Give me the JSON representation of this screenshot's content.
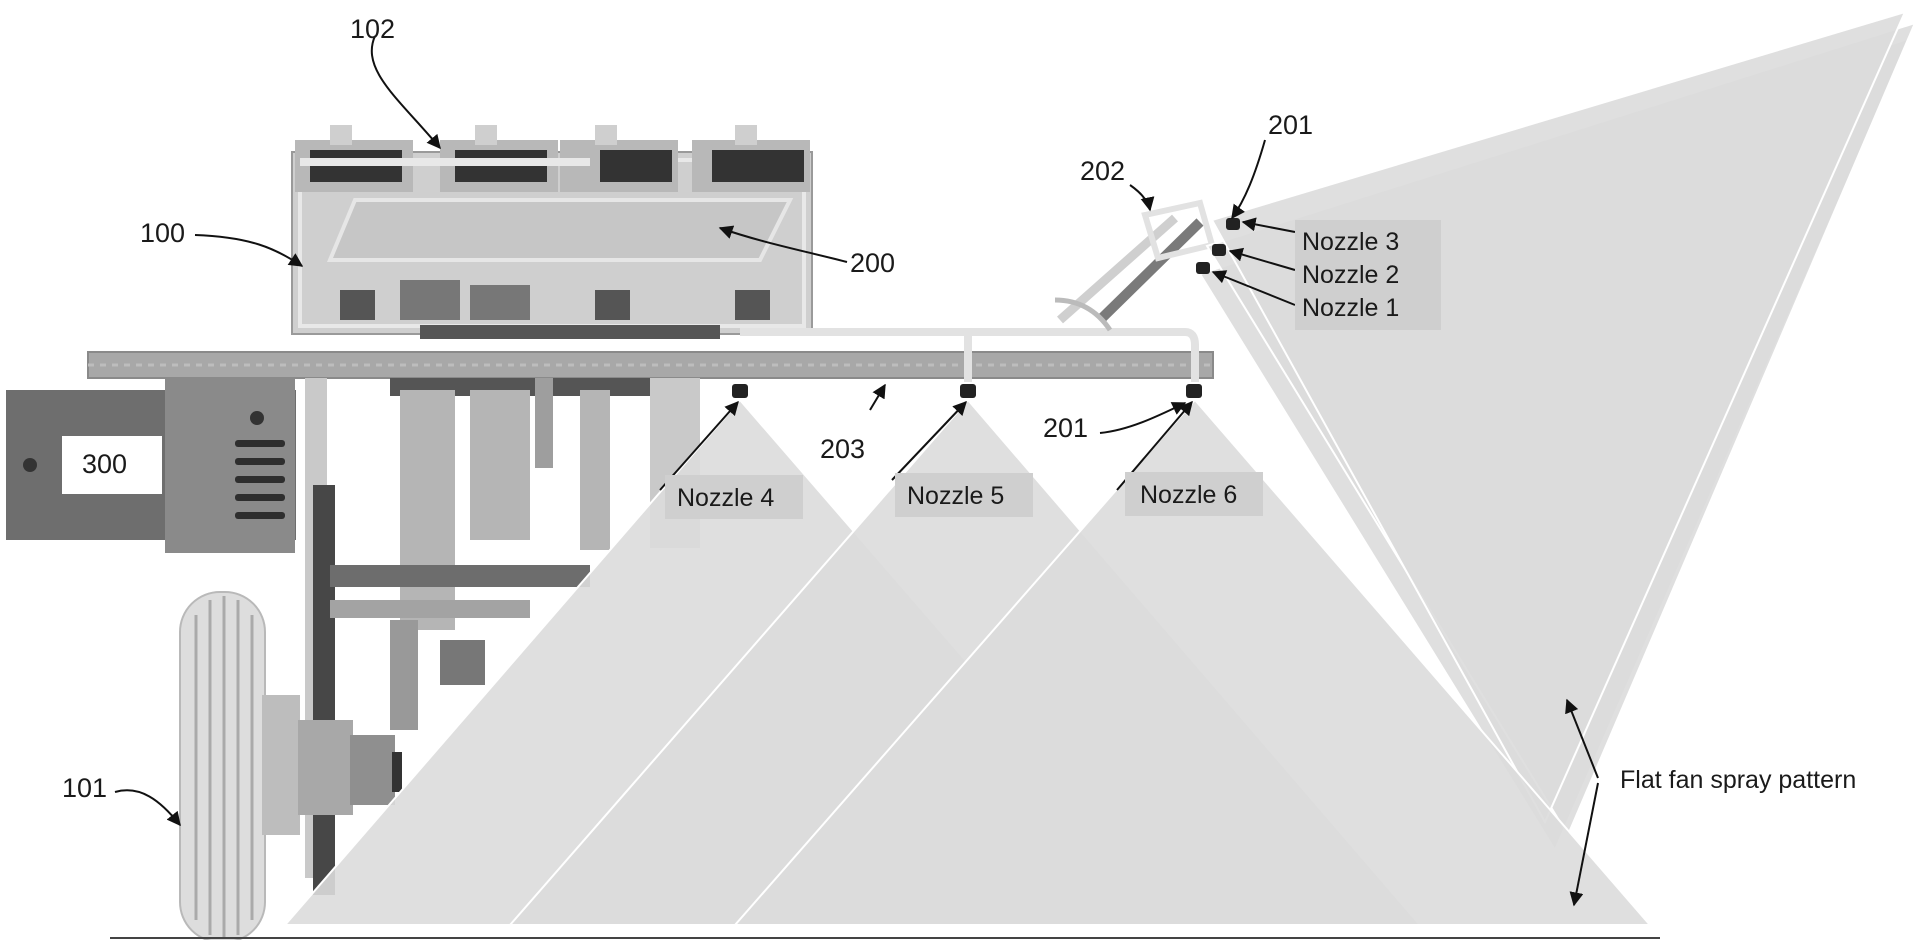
{
  "diagram": {
    "reference_numerals": {
      "r100": "100",
      "r101": "101",
      "r102": "102",
      "r200": "200",
      "r201_top": "201",
      "r201_bottom": "201",
      "r202": "202",
      "r203": "203",
      "r300": "300"
    },
    "nozzle_labels": {
      "n1": "Nozzle 1",
      "n2": "Nozzle 2",
      "n3": "Nozzle 3",
      "n4": "Nozzle 4",
      "n5": "Nozzle 5",
      "n6": "Nozzle 6"
    },
    "spray_pattern_label": "Flat fan spray pattern"
  },
  "colors": {
    "spray_fill": "#dcdcdc",
    "spray_edge": "#ffffff",
    "label_box": "#cfcfcf",
    "frame_dark": "#3c3c3c",
    "frame_mid": "#8e8e8e",
    "frame_light": "#c4c4c4",
    "ink": "#111111"
  }
}
